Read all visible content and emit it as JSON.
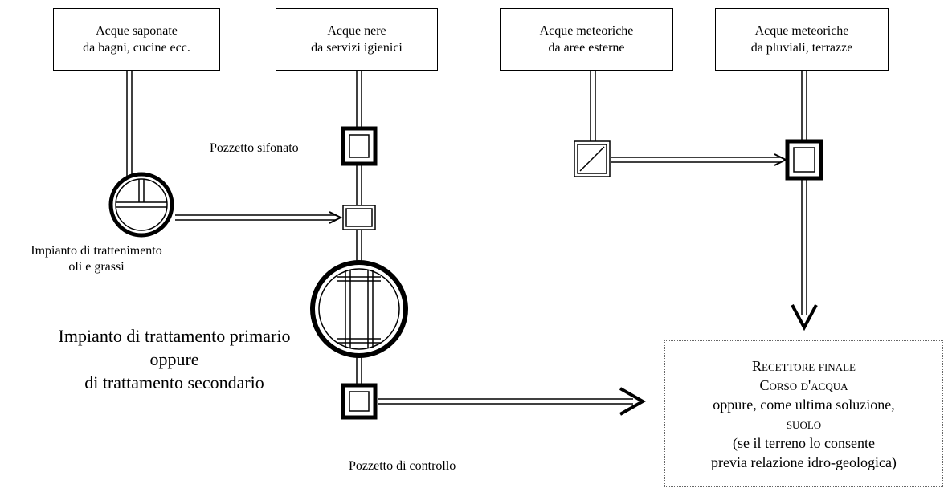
{
  "sources": {
    "soap_water": {
      "line1": "Acque saponate",
      "line2": "da bagni, cucine ecc."
    },
    "black_water": {
      "line1": "Acque nere",
      "line2": "da servizi igienici"
    },
    "rain_external": {
      "line1": "Acque meteoriche",
      "line2": "da aree esterne"
    },
    "rain_roof": {
      "line1": "Acque meteoriche",
      "line2": "da pluviali, terrazze"
    }
  },
  "labels": {
    "siphon_well": "Pozzetto sifonato",
    "grease_trap_line1": "Impianto di trattenimento",
    "grease_trap_line2": "oli e grassi",
    "treatment_line1": "Impianto di trattamento primario",
    "treatment_line2": "oppure",
    "treatment_line3": "di trattamento secondario",
    "control_well": "Pozzetto di controllo"
  },
  "receiver": {
    "line1": "Recettore finale",
    "line2": "Corso d'acqua",
    "line3": "oppure, come ultima soluzione,",
    "line4": "suolo",
    "line5": "(se il terreno lo consente",
    "line6": "previa relazione idro-geologica)"
  }
}
